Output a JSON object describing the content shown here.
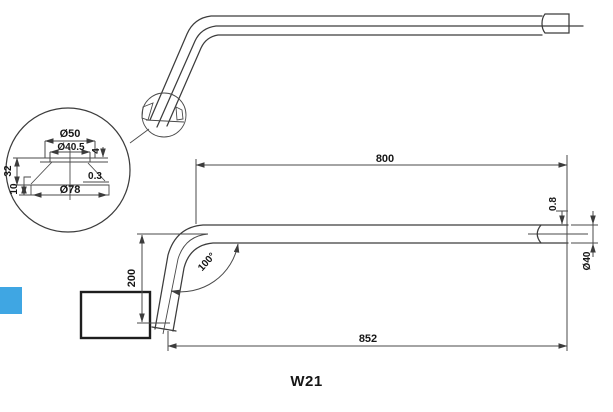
{
  "drawing": {
    "product_code": "W21",
    "colors": {
      "line": "#3c3c3c",
      "text": "#161616",
      "accent_blue": "#3fa6e3",
      "background": "#ffffff"
    },
    "detail_view": {
      "dim_top_outer_diameter": "Ø50",
      "dim_top_inner_diameter": "Ø40.5",
      "dim_lip_thickness": "4",
      "dim_cone_height": "32",
      "dim_base_height": "10",
      "dim_chamfer": "0.3",
      "dim_base_diameter": "Ø78"
    },
    "side_view": {
      "dim_top_length": "800",
      "dim_overall_length": "852",
      "dim_drop_height": "200",
      "dim_bend_angle": "100°",
      "dim_wall_thickness": "0.8",
      "dim_tube_diameter": "Ø40"
    }
  }
}
